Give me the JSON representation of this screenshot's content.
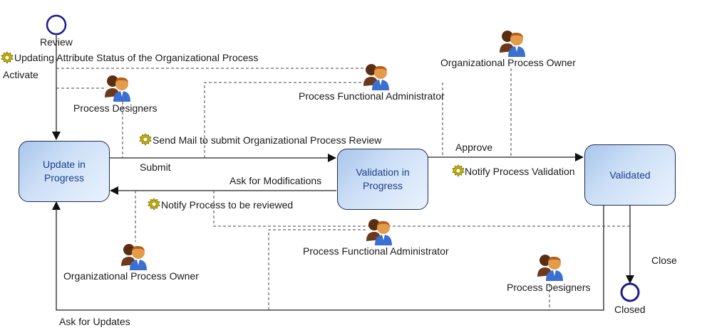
{
  "states": {
    "update_in_progress": "Update in\nProgress",
    "validation_in_progress": "Validation in\nProgress",
    "validated": "Validated"
  },
  "pseudo_states": {
    "initial": "Review",
    "final": "Closed"
  },
  "transitions": {
    "activate": "Activate",
    "submit": "Submit",
    "ask_modifications": "Ask for Modifications",
    "approve": "Approve",
    "close": "Close",
    "ask_updates": "Ask for Updates"
  },
  "actions": {
    "updating_attribute": "Updating Attribute Status of the Organizational Process",
    "send_mail": "Send Mail to submit Organizational Process Review",
    "notify_validation": "Notify Process Validation",
    "notify_review": "Notify Process to be reviewed"
  },
  "roles": {
    "designers_top": "Process Designers",
    "pfa_top": "Process Functional Administrator",
    "opo_top": "Organizational Process Owner",
    "opo_bottom": "Organizational Process Owner",
    "pfa_bottom": "Process Functional Administrator",
    "designers_bottom": "Process Designers"
  },
  "colors": {
    "line": "#333333",
    "state_border": "#1f2d52",
    "state_text": "#1e3f8a",
    "pseudo_state": "#1c1c8c",
    "gear": "#c9b400"
  }
}
